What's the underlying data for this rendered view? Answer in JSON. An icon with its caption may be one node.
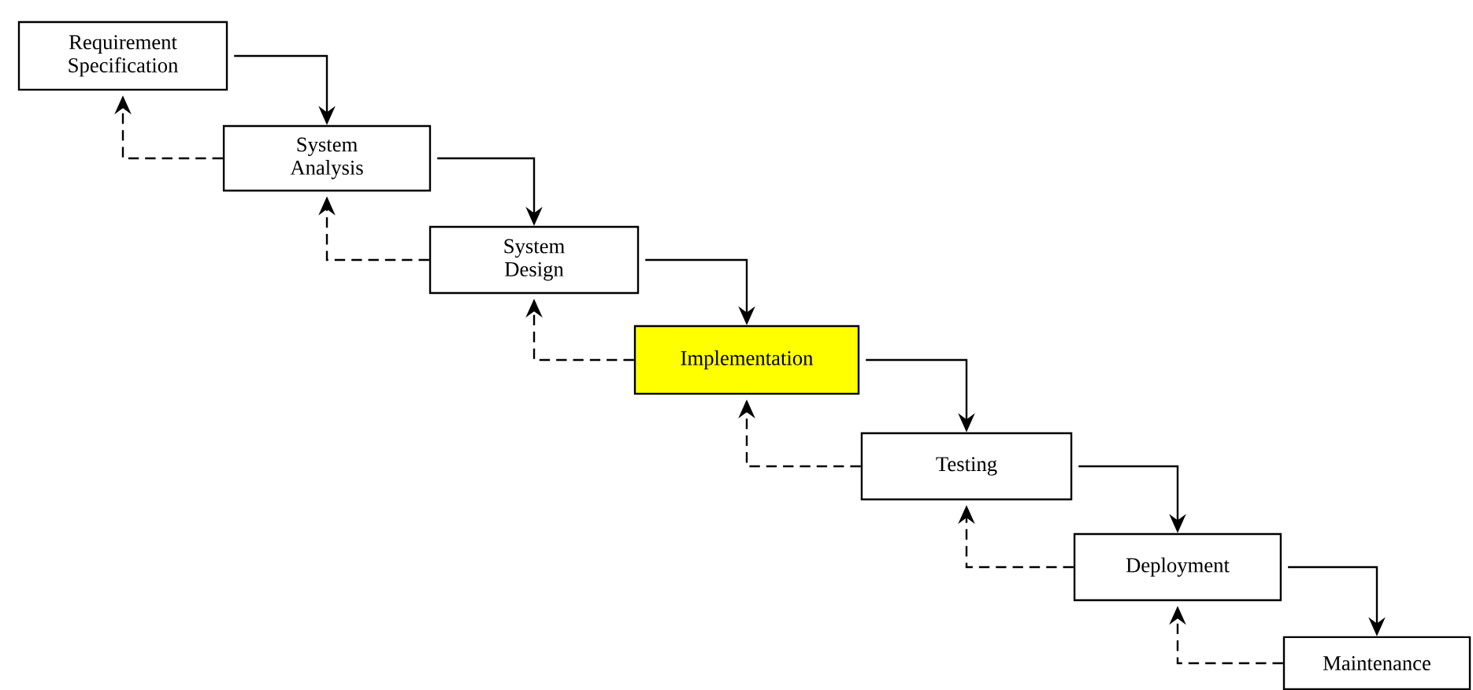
{
  "diagram": {
    "nodes": [
      {
        "text": [
          "Requirement Specification"
        ]
      },
      {
        "text": [
          "System Analysis"
        ]
      },
      {
        "text": [
          "System Design"
        ]
      },
      {
        "text": [
          "Implementation"
        ]
      },
      {
        "text": [
          "Testing"
        ]
      },
      {
        "text": [
          "Deployment"
        ]
      },
      {
        "text": [
          "Maintenance"
        ]
      }
    ],
    "edges": [
      {
        "from": 0,
        "to": 1,
        "arrow": "to"
      },
      {
        "from": 1,
        "to": 0,
        "arrow": "to",
        "style": "dashed"
      },
      {
        "from": 1,
        "to": 2,
        "arrow": "to"
      },
      {
        "from": 2,
        "to": 1,
        "arrow": "to",
        "style": "dashed"
      },
      {
        "from": 2,
        "to": 3,
        "arrow": "to"
      },
      {
        "from": 3,
        "to": 2,
        "arrow": "to",
        "style": "dashed"
      },
      {
        "from": 3,
        "to": 4,
        "arrow": "to"
      },
      {
        "from": 4,
        "to": 3,
        "arrow": "to",
        "style": "dashed"
      },
      {
        "from": 4,
        "to": 5,
        "arrow": "to"
      },
      {
        "from": 5,
        "to": 4,
        "arrow": "to",
        "style": "dashed"
      },
      {
        "from": 5,
        "to": 6,
        "arrow": "to"
      },
      {
        "from": 6,
        "to": 5,
        "arrow": "to",
        "style": "dashed"
      }
    ]
  }
}
